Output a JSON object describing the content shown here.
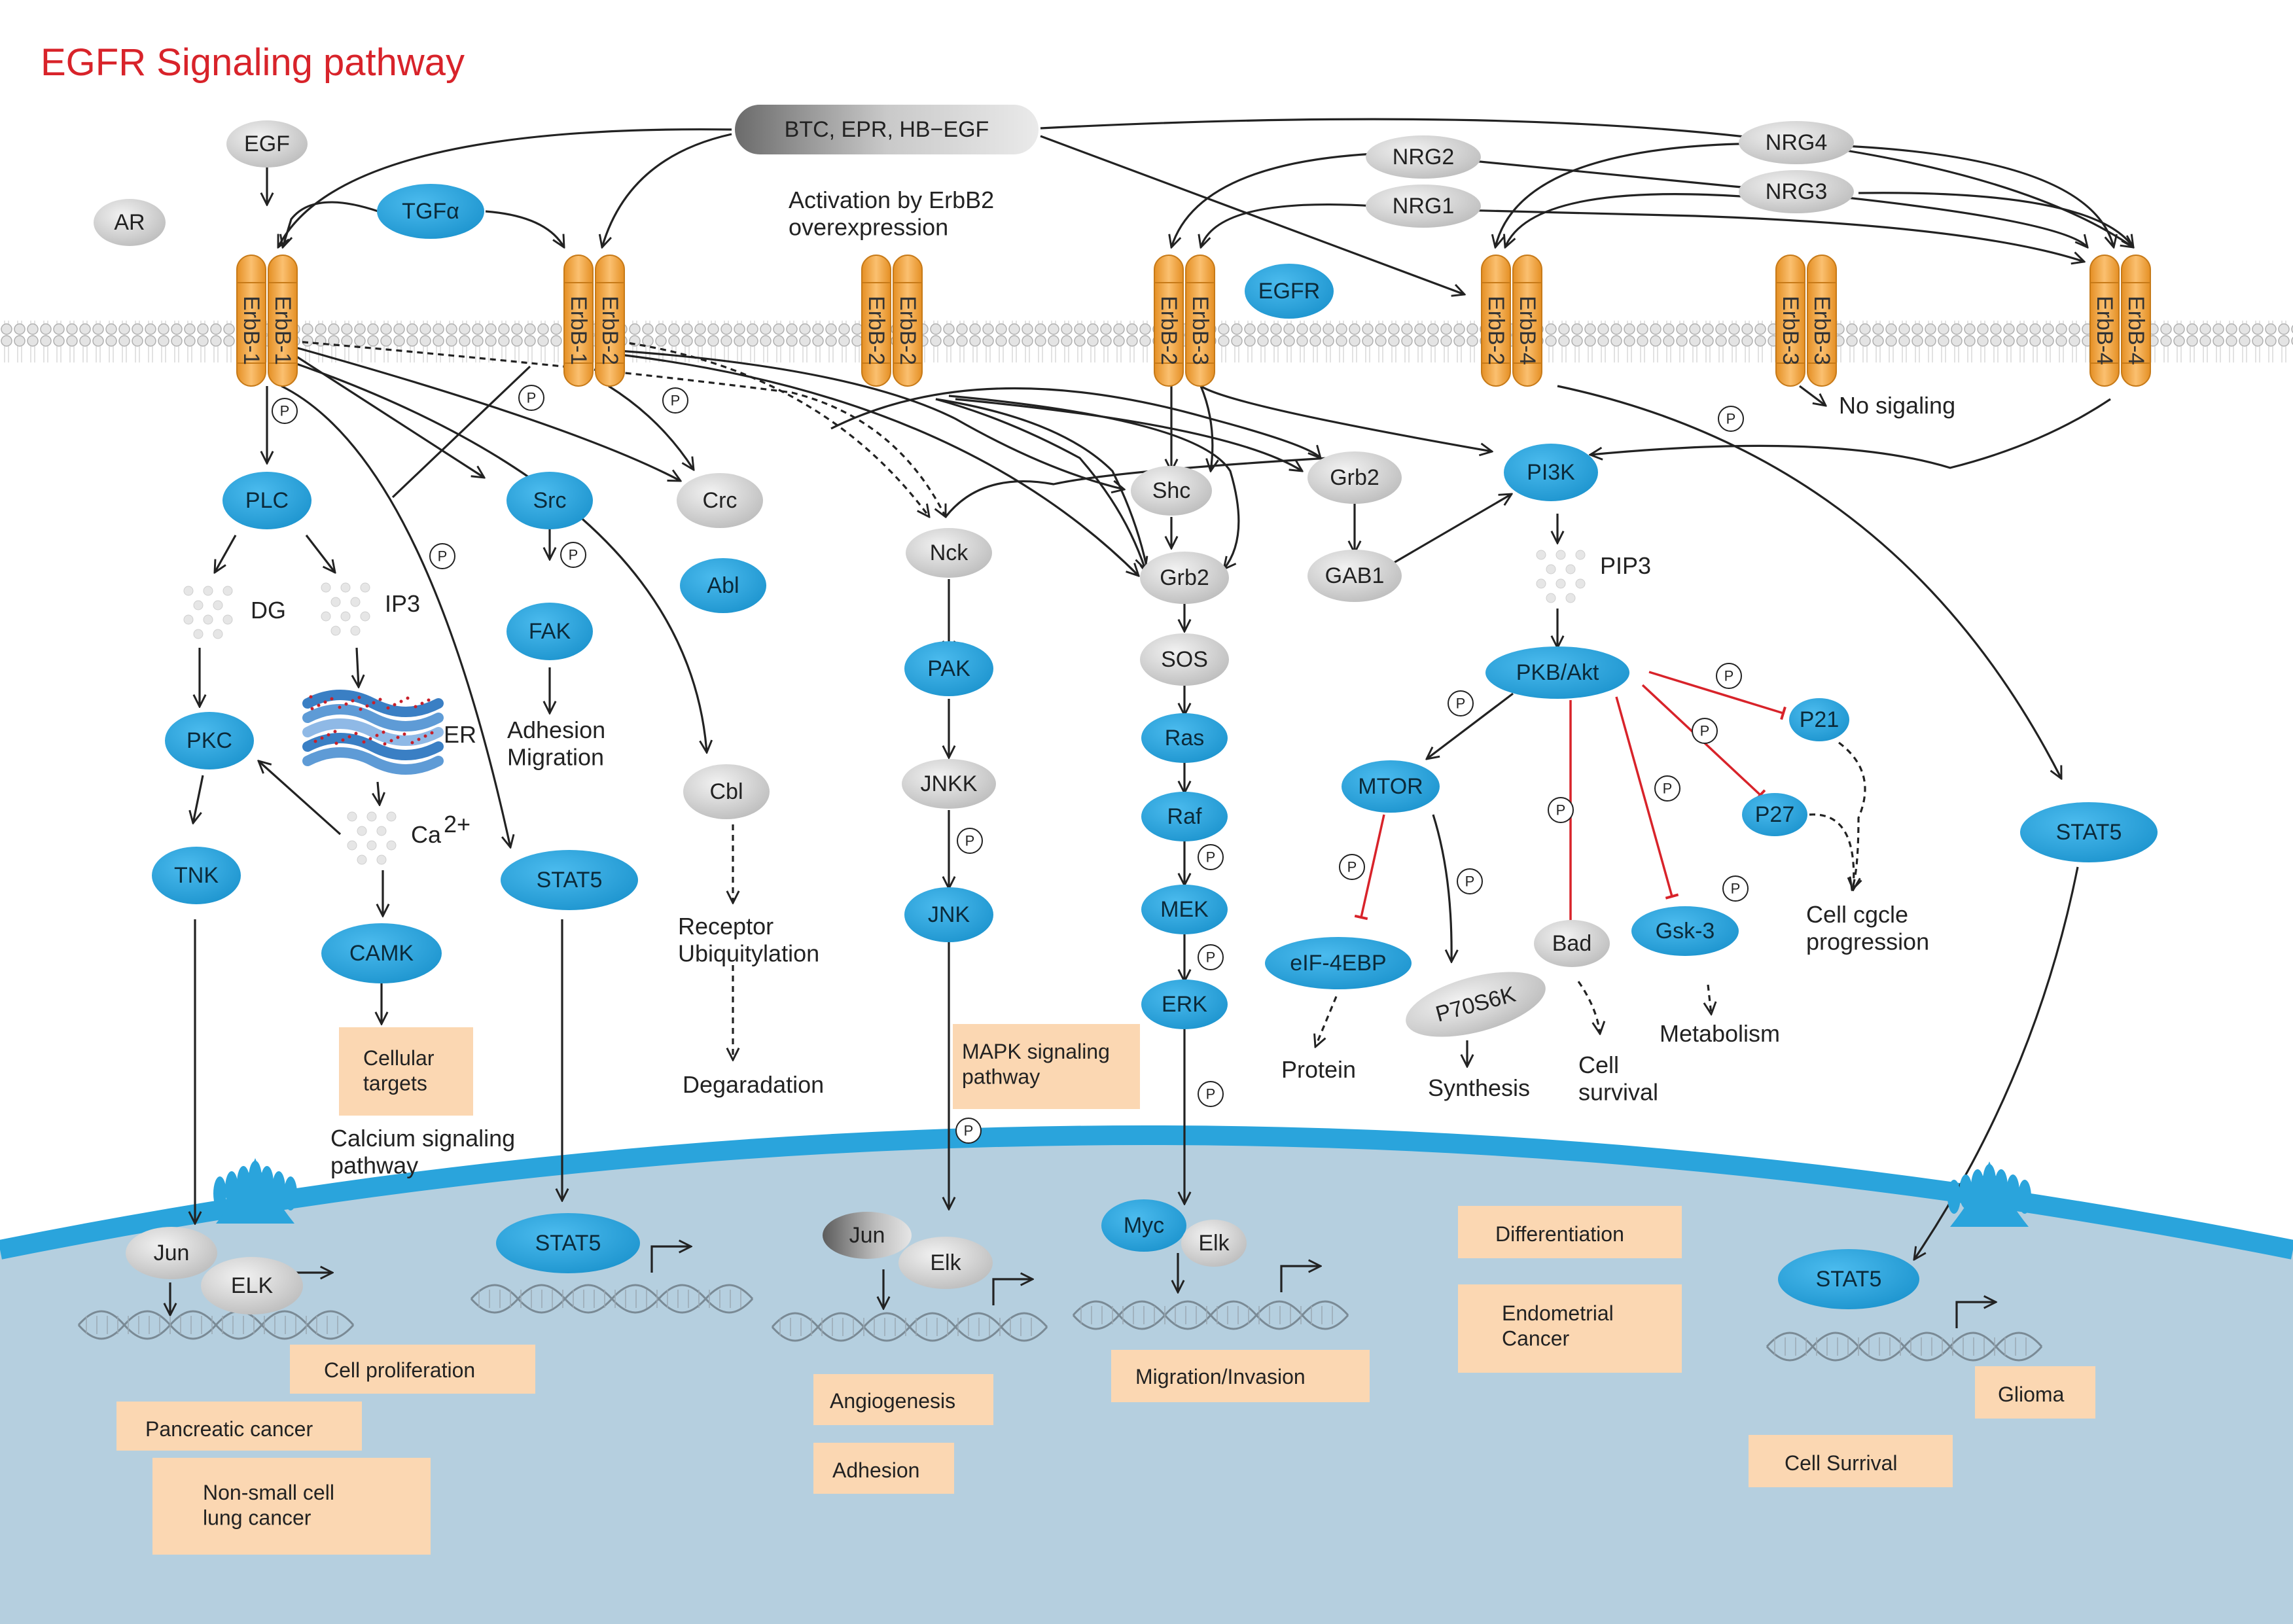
{
  "title": "EGFR Signaling pathway",
  "colors": {
    "blue": "#2aa4dc",
    "gray": "#cfcfcf",
    "receptor": "#f4a745",
    "box": "#fbd7b2",
    "inhibit": "#d8232a",
    "cell": "#b5cfdf",
    "membrane": "#2aa4dc"
  },
  "ligands": {
    "egf": "EGF",
    "ar": "AR",
    "tgfa": "TGFα",
    "btc": "BTC, EPR, HB−EGF",
    "nrg1": "NRG1",
    "nrg2": "NRG2",
    "nrg3": "NRG3",
    "nrg4": "NRG4",
    "egfr": "EGFR"
  },
  "receptors": [
    {
      "id": "r1",
      "left": "ErbB-1",
      "right": "ErbB-1"
    },
    {
      "id": "r2",
      "left": "ErbB-1",
      "right": "ErbB-2"
    },
    {
      "id": "r3",
      "left": "ErbB-2",
      "right": "ErbB-2"
    },
    {
      "id": "r4",
      "left": "ErbB-2",
      "right": "ErbB-3"
    },
    {
      "id": "r5",
      "left": "ErbB-2",
      "right": "ErbB-4"
    },
    {
      "id": "r6",
      "left": "ErbB-3",
      "right": "ErbB-3"
    },
    {
      "id": "r7",
      "left": "ErbB-4",
      "right": "ErbB-4"
    }
  ],
  "labels": {
    "activation": "Activation by ErbB2\noverexpression",
    "no_signaling": "No sigaling",
    "dg": "DG",
    "ip3": "IP3",
    "er": "ER",
    "ca": "Ca",
    "ca_sup": "2+",
    "pip3": "PIP3",
    "adhesion_migration": "Adhesion\nMigration",
    "receptor_ubiquitylation": "Receptor\nUbiquitylation",
    "degradation": "Degaradation",
    "calcium_pathway": "Calcium signaling\npathway",
    "protein": "Protein",
    "synthesis": "Synthesis",
    "cell_survival": "Cell\nsurvival",
    "metabolism": "Metabolism",
    "cell_cycle": "Cell cgcle\nprogression",
    "p": "P"
  },
  "nodes": {
    "plc": "PLC",
    "pkc": "PKC",
    "tnk": "TNK",
    "camk": "CAMK",
    "src": "Src",
    "fak": "FAK",
    "crc": "Crc",
    "abl": "Abl",
    "stat5_a": "STAT5",
    "cbl": "Cbl",
    "nck": "Nck",
    "pak": "PAK",
    "jnkk": "JNKK",
    "jnk": "JNK",
    "shc": "Shc",
    "grb2_a": "Grb2",
    "sos": "SOS",
    "ras": "Ras",
    "raf": "Raf",
    "mek": "MEK",
    "erk": "ERK",
    "grb2_b": "Grb2",
    "gab1": "GAB1",
    "pi3k": "PI3K",
    "pkb": "PKB/Akt",
    "mtor": "MTOR",
    "eif": "eIF-4EBP",
    "p70": "P70S6K",
    "bad": "Bad",
    "gsk": "Gsk-3",
    "p21": "P21",
    "p27": "P27",
    "stat5_b": "STAT5",
    "jun_a": "Jun",
    "elk_a": "ELK",
    "stat5_c": "STAT5",
    "jun_b": "Jun",
    "elk_b": "Elk",
    "myc": "Myc",
    "elk_c": "Elk",
    "stat5_d": "STAT5"
  },
  "boxes": {
    "cellular_targets": "Cellular\ntargets",
    "mapk": "MAPK signaling\npathway",
    "cell_proliferation": "Cell proliferation",
    "pancreatic": "Pancreatic cancer",
    "nsclc": "Non-small cell\nlung cancer",
    "angiogenesis": "Angiogenesis",
    "adhesion": "Adhesion",
    "migration_invasion": "Migration/Invasion",
    "differentiation": "Differentiation",
    "endometrial": "Endometrial\nCancer",
    "cell_survival": "Cell Surrival",
    "glioma": "Glioma"
  }
}
